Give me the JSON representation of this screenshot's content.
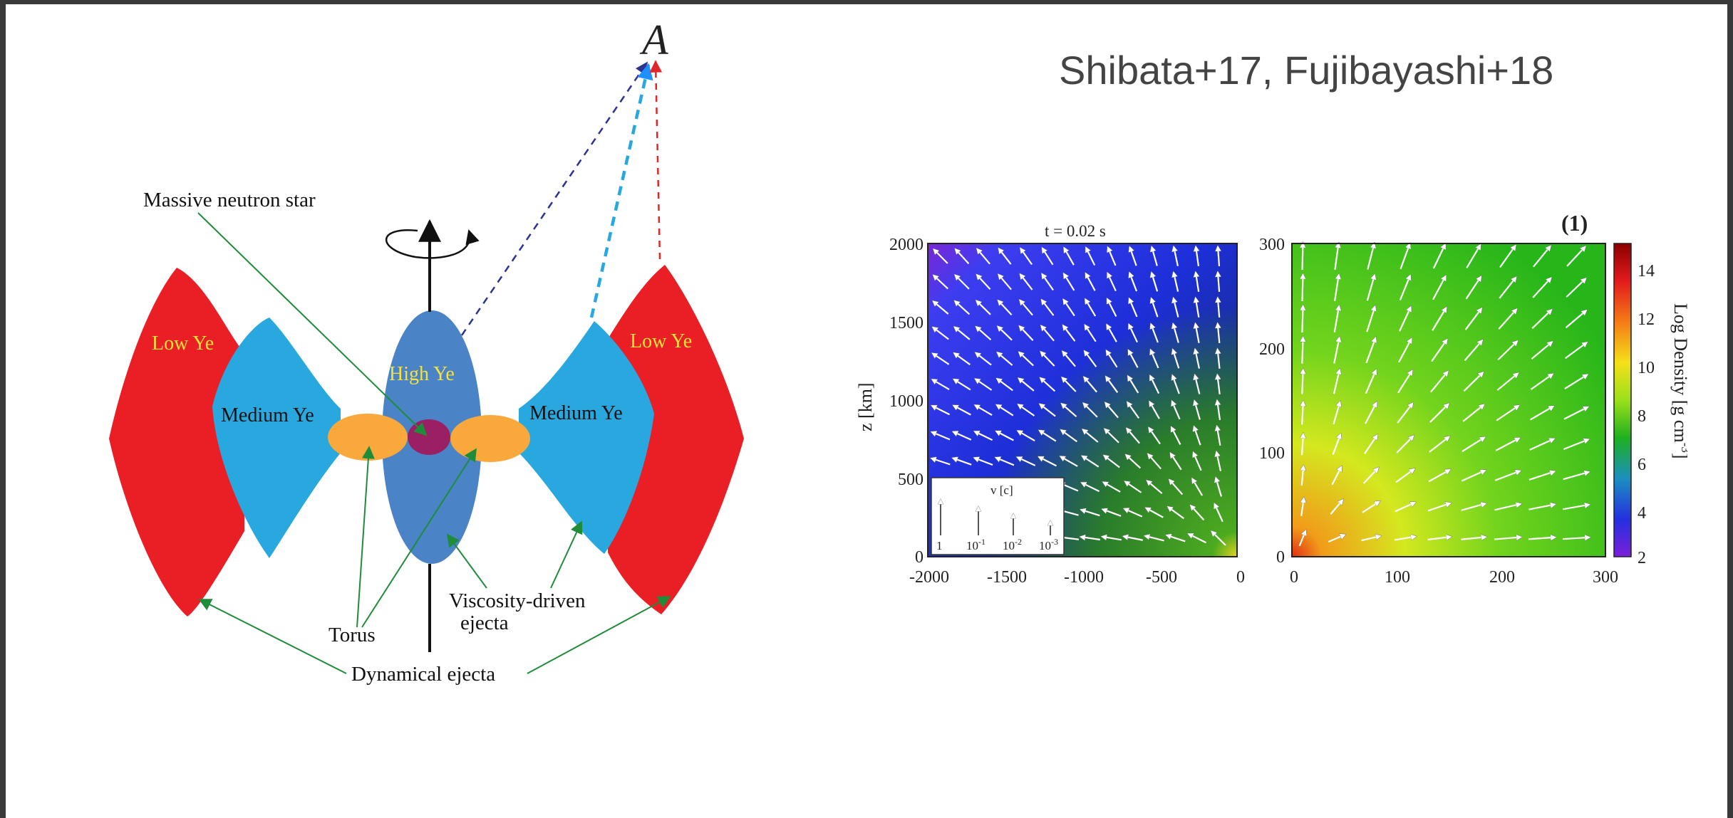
{
  "slide": {
    "citation": "Shibata+17, Fujibayashi+18",
    "observer_glyph": "A"
  },
  "diagram": {
    "labels": {
      "massive_ns": "Massive neutron star",
      "low_ye_left": "Low Ye",
      "low_ye_right": "Low Ye",
      "medium_ye_left": "Medium Ye",
      "medium_ye_right": "Medium Ye",
      "high_ye": "High Ye",
      "torus": "Torus",
      "viscosity_1": "Viscosity-driven",
      "viscosity_2": "ejecta",
      "dynamical": "Dynamical ejecta"
    },
    "colors": {
      "low_ye": "#e91f25",
      "medium_ye": "#29a8e0",
      "high_ye": "#4a83c6",
      "torus": "#f9a83b",
      "ns": "#9b1f63",
      "arrow": "#1f8c3a",
      "label_yellow": "#f5e23a"
    }
  },
  "simulation": {
    "time_label": "t = 0.02 s",
    "panel_tag": "(1)",
    "left_panel": {
      "ylabel": "z [km]",
      "yticks": [
        "2000",
        "1500",
        "1000",
        "500",
        "0"
      ],
      "xticks": [
        "-2000",
        "-1500",
        "-1000",
        "-500",
        "0"
      ]
    },
    "right_panel": {
      "yticks": [
        "300",
        "200",
        "100",
        "0"
      ],
      "xticks": [
        "0",
        "100",
        "200",
        "300"
      ]
    },
    "colorbar": {
      "label": "Log Density [g cm",
      "label_exp": "-3",
      "label_close": "]",
      "ticks": [
        "14",
        "12",
        "10",
        "8",
        "6",
        "4",
        "2"
      ]
    },
    "legend": {
      "title": "v [c]",
      "items": [
        "1",
        "10",
        "10",
        "10"
      ],
      "exps": [
        "",
        "-1",
        "-2",
        "-3"
      ]
    }
  }
}
